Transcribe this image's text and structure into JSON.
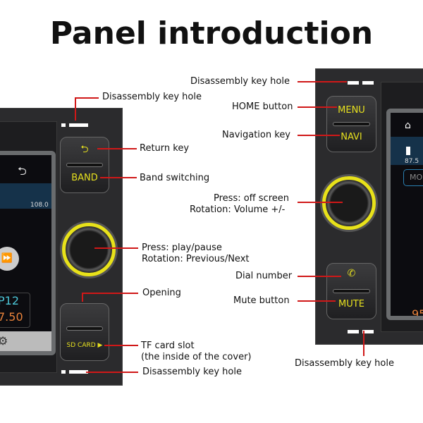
{
  "title": "Panel introduction",
  "left_unit": {
    "buttons": {
      "top_icon": "return-arrow-icon",
      "band": "BAND",
      "sd_card": "SD CARD",
      "sd_arrow": "▶"
    },
    "screen": {
      "freq_max": "108.0",
      "preset": "P12",
      "freq": "7.50"
    },
    "labels": {
      "hole_top": "Disassembly key hole",
      "return": "Return key",
      "band": "Band switching",
      "knob": [
        "Press: play/pause",
        "Rotation: Previous/Next"
      ],
      "opening": "Opening",
      "tf": [
        "TF card slot",
        "(the inside of the cover)"
      ],
      "hole_bottom": "Disassembly key hole"
    }
  },
  "right_unit": {
    "buttons": {
      "menu": "MENU",
      "navi": "NAVI",
      "phone_icon": "phone-icon",
      "mute": "MUTE"
    },
    "screen": {
      "freq_min": "87.5",
      "mode": "MON",
      "freq": "95"
    },
    "labels": {
      "hole_top": "Disassembly key hole",
      "home": "HOME button",
      "navi": "Navigation key",
      "knob": [
        "Press: off screen",
        "Rotation: Volume +/-"
      ],
      "dial": "Dial number",
      "mute": "Mute button",
      "hole_bottom": "Disassembly key hole"
    }
  },
  "colors": {
    "accent": "#e8e21a",
    "leader": "#d01818",
    "panel": "#2b2b2d"
  }
}
